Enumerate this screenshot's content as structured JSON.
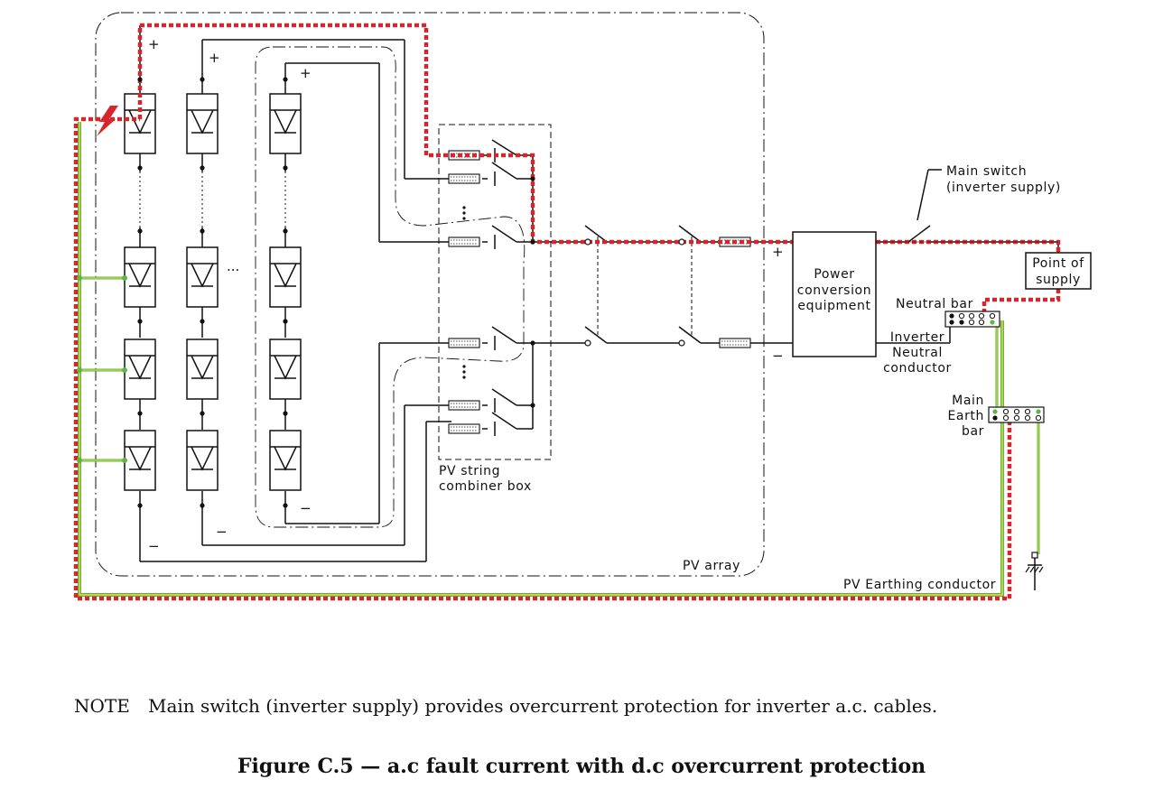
{
  "labels": {
    "main_switch_line1": "Main switch",
    "main_switch_line2": "(inverter supply)",
    "point_of_supply_line1": "Point of",
    "point_of_supply_line2": "supply",
    "power_conversion_line1": "Power",
    "power_conversion_line2": "conversion",
    "power_conversion_line3": "equipment",
    "neutral_bar": "Neutral bar",
    "inverter_neutral_line1": "Inverter",
    "inverter_neutral_line2": "Neutral",
    "inverter_neutral_line3": "conductor",
    "main_earth_line1": "Main",
    "main_earth_line2": "Earth",
    "main_earth_line3": "bar",
    "combiner_line1": "PV string",
    "combiner_line2": "combiner box",
    "pv_array": "PV array",
    "earthing_conductor": "PV Earthing conductor",
    "plus": "+",
    "minus": "−",
    "ellipsis": "..."
  },
  "note": {
    "tag": "NOTE",
    "text": "Main switch (inverter supply) provides overcurrent protection for inverter a.c. cables."
  },
  "caption": "Figure C.5 — a.c fault current with d.c overcurrent protection",
  "colors": {
    "fault_path": "#d7262b",
    "earth_green": "#5cb648",
    "earth_yellow": "#e6dc3c",
    "line": "#111111"
  }
}
